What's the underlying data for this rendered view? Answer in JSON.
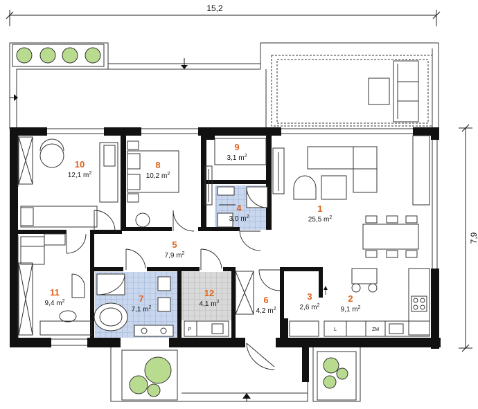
{
  "dimensions": {
    "width": "15,2",
    "height": "7,9"
  },
  "area_unit": "m",
  "area_exponent": "2",
  "rooms": [
    {
      "num": "1",
      "area": "25,5"
    },
    {
      "num": "2",
      "area": "9,1"
    },
    {
      "num": "3",
      "area": "2,6"
    },
    {
      "num": "4",
      "area": "3,0"
    },
    {
      "num": "5",
      "area": "7,9"
    },
    {
      "num": "6",
      "area": "4,2"
    },
    {
      "num": "7",
      "area": "7,1"
    },
    {
      "num": "8",
      "area": "10,2"
    },
    {
      "num": "9",
      "area": "3,1"
    },
    {
      "num": "10",
      "area": "12,1"
    },
    {
      "num": "11",
      "area": "9,4"
    },
    {
      "num": "12",
      "area": "4,1"
    }
  ],
  "appliance_labels": {
    "p": "P",
    "l": "L",
    "zm": "ZM"
  },
  "colors": {
    "wall": "#111111",
    "room_number": "#e0621a",
    "bathroom_tile": "#c9d7ee",
    "utility_tile": "#d6d6d6"
  }
}
